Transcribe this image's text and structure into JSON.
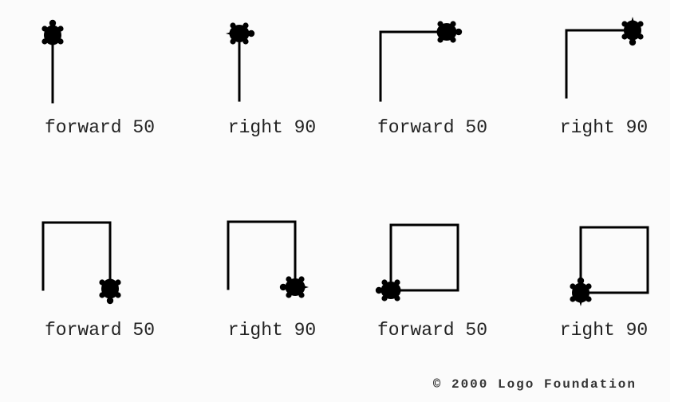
{
  "steps": [
    {
      "command": "forward 50"
    },
    {
      "command": "right 90"
    },
    {
      "command": "forward 50"
    },
    {
      "command": "right 90"
    },
    {
      "command": "forward 50"
    },
    {
      "command": "right 90"
    },
    {
      "command": "forward 50"
    },
    {
      "command": "right 90"
    }
  ],
  "copyright": "© 2000 Logo Foundation",
  "colors": {
    "line": "#000000",
    "turtle": "#000000",
    "text": "#222222",
    "background": "#fbfbfb"
  }
}
